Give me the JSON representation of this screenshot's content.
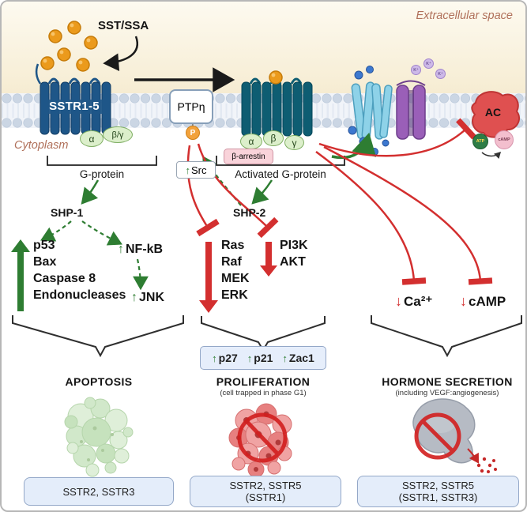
{
  "colors": {
    "accent_green": "#2e7d32",
    "accent_red": "#d32f2f",
    "membrane_blue": "#cbd6e4",
    "receptor_blue": "#1e5688",
    "receptor_teal": "#0e5d72",
    "ligand_orange": "#eb9a1c",
    "extracellular_cream": "#f6ecd2",
    "context_label_brown": "#b0705a",
    "box_blue_fill": "#e4edfa",
    "box_blue_border": "#94a8c8"
  },
  "icons": {
    "up_arrow": "↑",
    "down_arrow": "↓"
  },
  "context": {
    "extracellular": "Extracellular space",
    "cytoplasm": "Cytoplasm",
    "ligand": "SST/SSA"
  },
  "membrane": {
    "receptor": "SSTR1-5",
    "ptp": "PTPη",
    "phospho": "P",
    "src": "Src",
    "g_alpha": "α",
    "g_beta_gamma": "β/γ",
    "g_protein": "G-protein",
    "act_alpha": "α",
    "act_beta": "β",
    "act_gamma": "γ",
    "beta_arrestin": "β-arrestin",
    "activated_g_protein": "Activated G-protein",
    "ac": "AC",
    "atp": "ATP",
    "camp": "cAMP",
    "k_ion": "K⁺"
  },
  "signaling": {
    "shp1": "SHP-1",
    "shp2": "SHP-2",
    "nfkb": "NF-kB",
    "jnk": "JNK",
    "ca": "Ca²⁺",
    "camp": "cAMP",
    "apoptosis_list": [
      "p53",
      "Bax",
      "Caspase 8",
      "Endonucleases"
    ],
    "mapk_list": [
      "Ras",
      "Raf",
      "MEK",
      "ERK"
    ],
    "pi3k_list": [
      "PI3K",
      "AKT"
    ],
    "cell_cycle": [
      "p27",
      "p21",
      "Zac1"
    ]
  },
  "outcomes": {
    "apoptosis": {
      "title": "APOPTOSIS",
      "receptors": "SSTR2, SSTR3"
    },
    "proliferation": {
      "title": "PROLIFERATION",
      "subtitle": "(cell trapped in phase G1)",
      "receptors_line1": "SSTR2, SSTR5",
      "receptors_line2": "(SSTR1)"
    },
    "hormone": {
      "title": "HORMONE SECRETION",
      "subtitle": "(including VEGF:angiogenesis)",
      "receptors_line1": "SSTR2, SSTR5",
      "receptors_line2": "(SSTR1, SSTR3)"
    }
  }
}
